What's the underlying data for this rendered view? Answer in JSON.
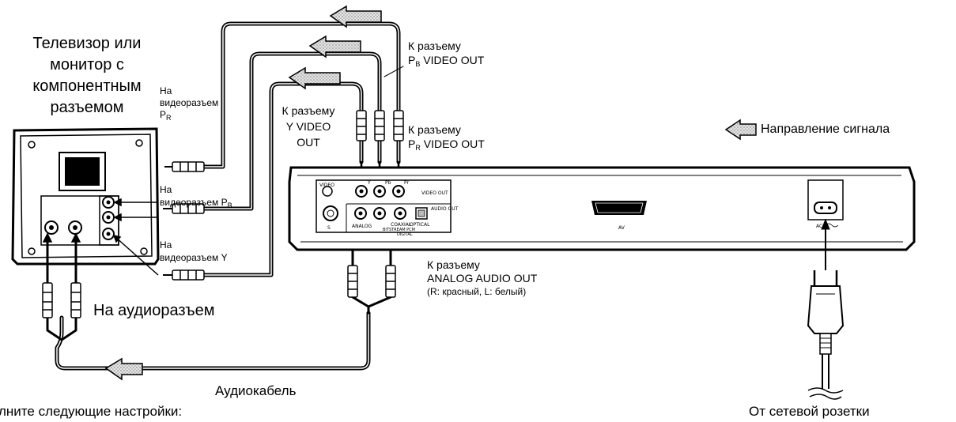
{
  "labels": {
    "tv_title": [
      "Телевизор или",
      "монитор с",
      "компонентным",
      "разъемом"
    ],
    "tv_pr_input": [
      "На",
      "видеоразъем",
      "P",
      "R"
    ],
    "tv_pb_input": [
      "На",
      "видеоразъем P",
      "B"
    ],
    "tv_y_input": [
      "На",
      "видеоразъем Y"
    ],
    "audio_input": "На аудиоразъем",
    "audio_cable": "Аудиокабель",
    "pb_out": [
      "К разъему",
      "P",
      "B",
      " VIDEO OUT"
    ],
    "pr_out": [
      "К разъему",
      "P",
      "R",
      " VIDEO OUT"
    ],
    "y_out": [
      "К разъему",
      "Y VIDEO",
      "OUT"
    ],
    "analog_out": [
      "К разъему",
      "ANALOG AUDIO OUT",
      "(R: красный, L: белый)"
    ],
    "signal_direction": "Направление сигнала",
    "power_outlet": "От сетевой розетки",
    "bottom_left_text": "лните следующие настройки:"
  },
  "device_panel": {
    "video": "VIDEO",
    "y": "Y",
    "pb": "Pb",
    "pr": "Pr",
    "video_out": "VIDEO OUT",
    "audio_out": "AUDIO OUT",
    "s": "S",
    "analog": "ANALOG",
    "coaxial": "COAXIAL",
    "optical": "OPTICAL",
    "bitstream": "BITSTREAM PCM",
    "digital": "DIGITAL",
    "av": "AV",
    "ac": "AC"
  }
}
